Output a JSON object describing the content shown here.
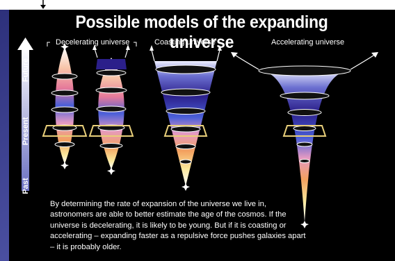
{
  "title": "Possible models of the expanding universe",
  "labels": {
    "decelerating": "Decelerating universe",
    "coasting": "Coasting universe",
    "accelerating": "Accelerating universe"
  },
  "time_axis": {
    "future": "Future",
    "present": "Present",
    "past": "Past"
  },
  "caption": "By determining the rate of expansion of the universe we live in, astronomers are able to better estimate the age of the cosmos. If the universe is decelerating, it is likely to be young. But if it is coasting or accelerating – expanding faster as a repulsive force pushes galaxies apart – it is probably older.",
  "colors": {
    "frame_blue": "#3b3f8e",
    "panel_black": "#000000",
    "present_box": "#e8cf7a",
    "band_deep_blue": "#2b1f8a",
    "band_pink": "#e59ac2",
    "band_orange": "#f3a15f",
    "band_yellow": "#fbe79a"
  }
}
